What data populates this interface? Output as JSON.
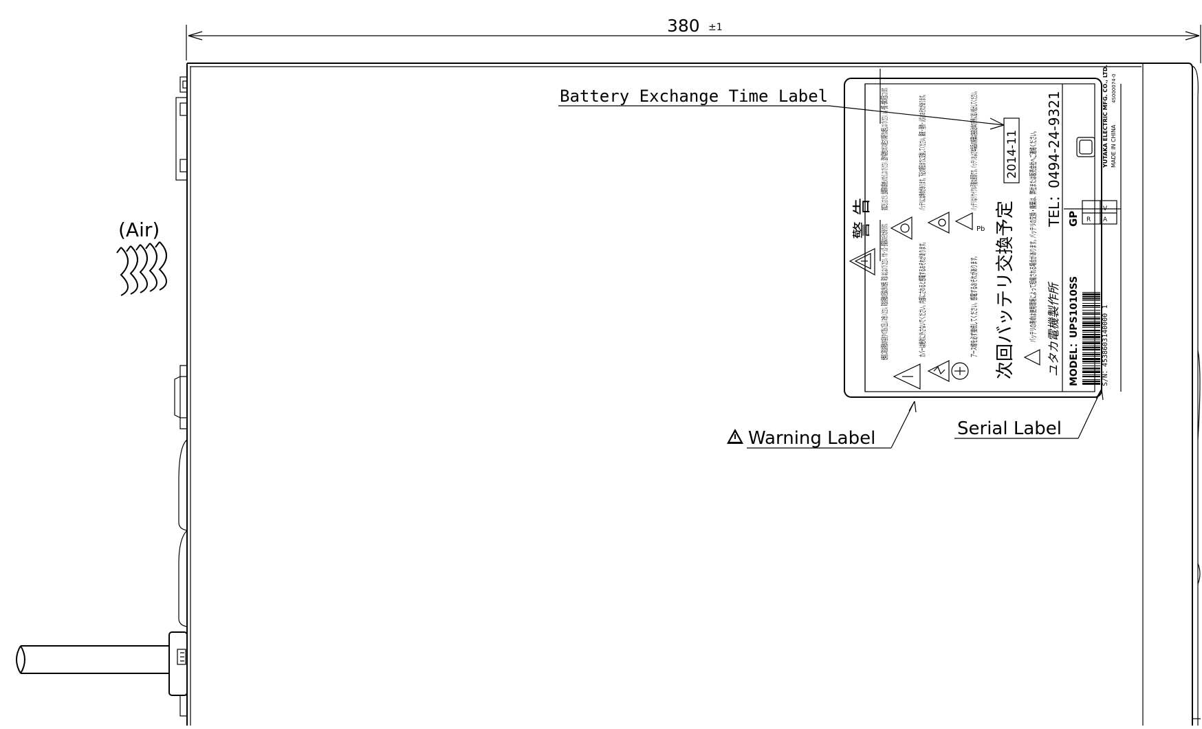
{
  "dimension": {
    "value": "380",
    "tolerance": "±1"
  },
  "air_label": "(Air)",
  "callouts": {
    "battery_exchange": "Battery Exchange Time Label",
    "warning": "Warning Label",
    "serial": "Serial Label"
  },
  "warning_label": {
    "heading": "警 告",
    "col1": "使用前に取扱説明書の内容をすべて読んで正しくお使いください。取扱説明書の記載以外の使用、取扱いはしないでください。ケガ・火災・感電等のおそれがあります。",
    "col2": "カバーは絶対に外さないでください。内部にさわると感電するおそれがあります。",
    "col3": "アース線を必ず接続してください。感電するおそれがあります。",
    "col4": "換気口をふさいだり、金属類等の異物を入れたりしないでください。湿気や腐食性のガスの発生する場所では使用しないでください。火災・感電・故障の原因になります。",
    "col5": "バッテリには寿命があります。下記の期日までに交換してください。漏液・発熱・火災のおそれがあります。",
    "col6": "バッテリはリサイクル可能な資源です。バッテリおよび本製品の廃棄は各自治体の条例に従い処分してください。",
    "next_exchange_title": "次回バッテリ交換予定",
    "exchange_date": "2014-11",
    "note": "バッテリの寿命は使用環境によって短縮される場合があります。バッテリの交換・廃棄は、弊社または販売会社へご連絡ください。",
    "maker_jp": "ユタカ電機製作所",
    "tel": "TEL：0494-24-9321"
  },
  "serial_label": {
    "model": "MODEL：UPS1010SS",
    "serial": "S/N：4538603140000 1",
    "gp": "GP",
    "manufacturer": "YUTAKA ELECTRIC MFG. CO., LTD.",
    "made_in": "MADE IN CHINA",
    "part_no": "4S000074-0"
  }
}
